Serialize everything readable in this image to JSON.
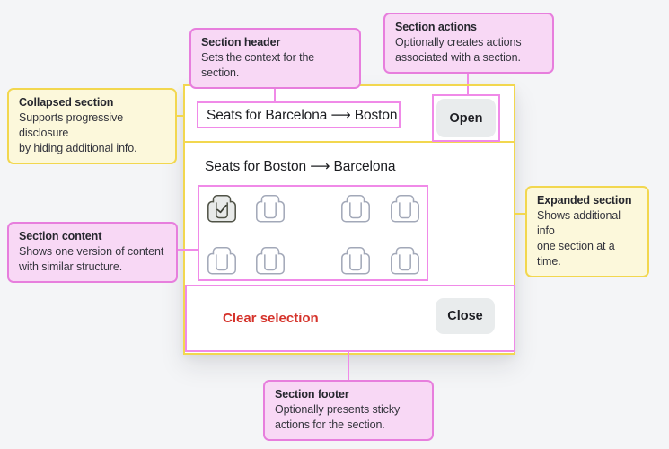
{
  "accordion": {
    "collapsed": {
      "title": "Seats for Barcelona ⟶ Boston",
      "action_label": "Open"
    },
    "expanded": {
      "title": "Seats for Boston ⟶ Barcelona",
      "footer": {
        "clear_label": "Clear selection",
        "close_label": "Close"
      }
    },
    "seats": {
      "rows": 2,
      "cols": 4,
      "selected_index": 0,
      "checkmark": "✓"
    }
  },
  "callouts": {
    "section_header": {
      "title": "Section header",
      "body": "Sets the context for the section."
    },
    "section_actions": {
      "title": "Section actions",
      "body": "Optionally creates actions\nassociated with a section."
    },
    "collapsed_section": {
      "title": "Collapsed section",
      "body": "Supports progressive disclosure\nby hiding additional info."
    },
    "section_content": {
      "title": "Section content",
      "body": "Shows one version of content\nwith similar structure."
    },
    "expanded_section": {
      "title": "Expanded section",
      "body": "Shows additional info\none section at a time."
    },
    "section_footer": {
      "title": "Section footer",
      "body": "Optionally presents sticky\nactions for the section."
    }
  },
  "colors": {
    "background": "#f4f5f7",
    "card": "#ffffff",
    "pink_callout_fill": "#f8d8f5",
    "pink_callout_border": "#e77edd",
    "pink_highlight": "#f08ae8",
    "yellow_fill": "#fcf8db",
    "yellow_border": "#f2d74f",
    "button_bg": "#e9eced",
    "danger_red": "#d5332b",
    "text_dark": "#1e1f24",
    "seat_stroke": "#a2a8b8",
    "seat_selected_stroke": "#4f5246",
    "seat_selected_fill": "#e8eae9"
  }
}
